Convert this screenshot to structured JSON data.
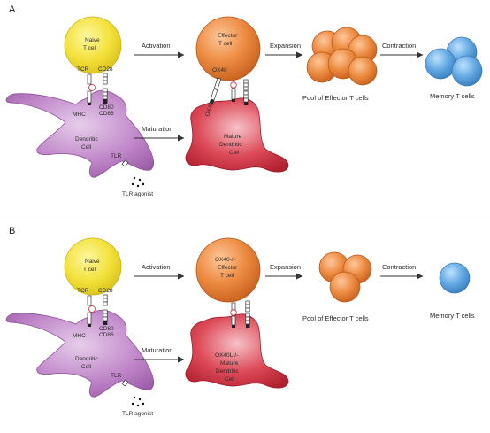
{
  "panels": [
    {
      "letter": "A",
      "naive_cell": [
        "Naive",
        "T cell"
      ],
      "tcr": "TCR",
      "cd28": "CD28",
      "mhc": "MHC",
      "cd80": "CD80",
      "cd86": "CD86",
      "dendritic": [
        "Dendritic",
        "Cell"
      ],
      "tlr": "TLR",
      "tlr_agonist": "TLR agonist",
      "activation": "Activation",
      "maturation": "Maturation",
      "effector": [
        "Effector",
        "T cell"
      ],
      "ox40": "OX40",
      "ox40l": "OX40L",
      "mature": [
        "Mature",
        "Dendritic",
        "Cell"
      ],
      "expansion": "Expansion",
      "pool": "Pool of Effector T cells",
      "contraction": "Contraction",
      "memory": "Memory T cells"
    },
    {
      "letter": "B",
      "naive_cell": [
        "Naive",
        "T cell"
      ],
      "tcr": "TCR",
      "cd28": "CD28",
      "mhc": "MHC",
      "cd80": "CD80",
      "cd86": "CD86",
      "dendritic": [
        "Dendritic",
        "Cell"
      ],
      "tlr": "TLR",
      "tlr_agonist": "TLR agonist",
      "activation": "Activation",
      "maturation": "Maturation",
      "effector": [
        "OX40-/-",
        "Effector",
        "T cell"
      ],
      "mature": [
        "OX40L-/-",
        "Mature",
        "Dendritic",
        "Cell"
      ],
      "expansion": "Expansion",
      "pool": "Pool of Effector T cells",
      "contraction": "Contraction",
      "memory": "Memory T cells"
    }
  ],
  "colors": {
    "naive": "#f2e13a",
    "dendritic": "#b77cc0",
    "effector": "#e8873c",
    "mature_dc": "#d23a47",
    "memory": "#5aa3dd",
    "divider": "#555555"
  }
}
